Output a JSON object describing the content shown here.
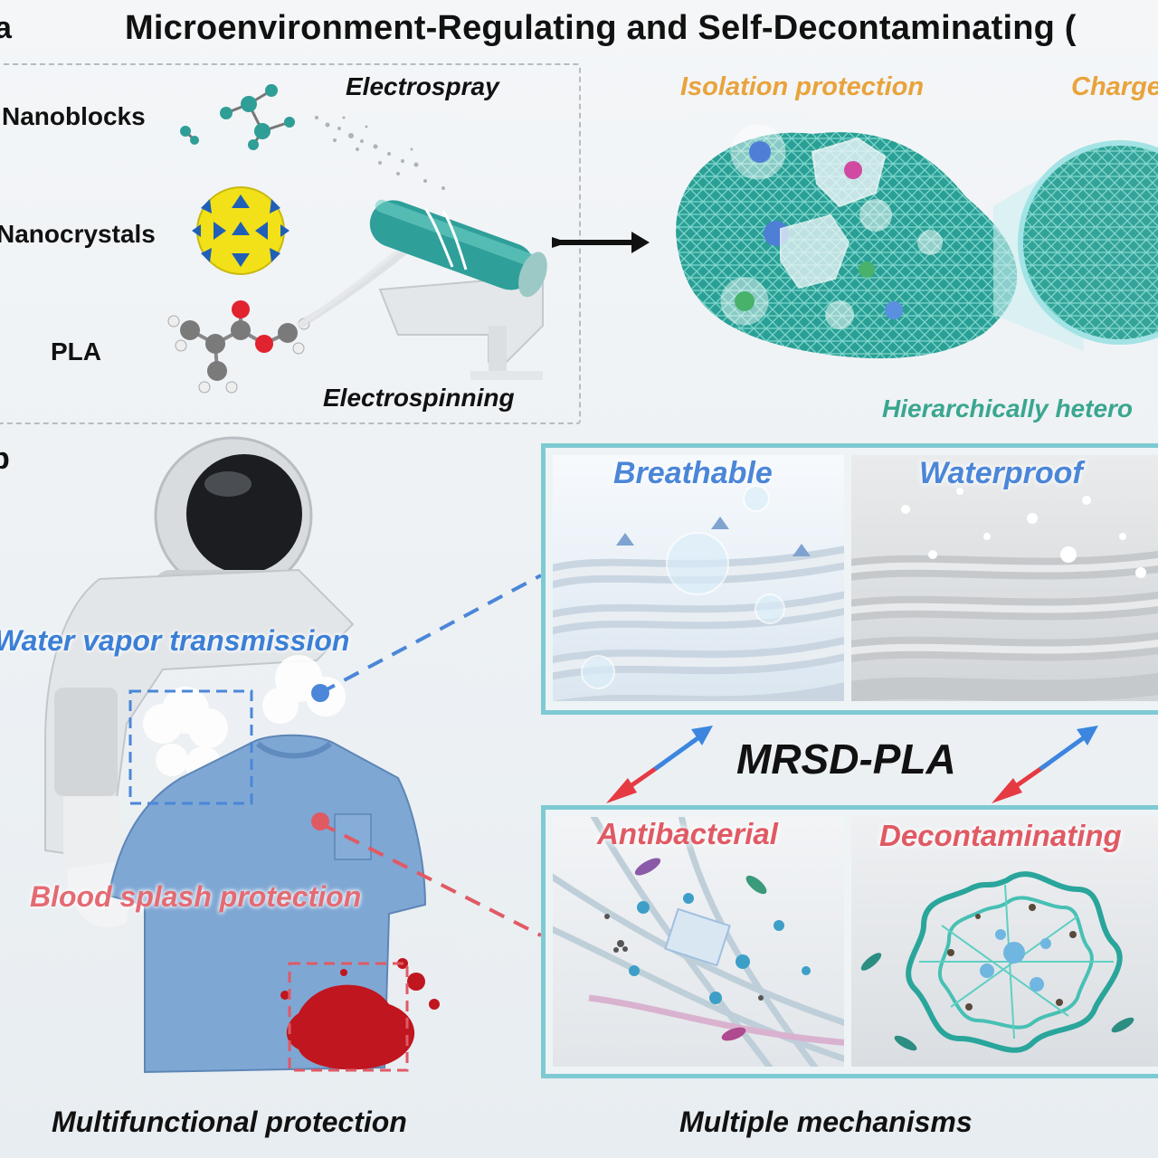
{
  "title": "Microenvironment-Regulating and Self-Decontaminating (",
  "panel_a": {
    "letter": "a",
    "materials": [
      "Nanoblocks",
      "Nanocrystals",
      "PLA"
    ],
    "process_top": "Electrospray",
    "process_bottom": "Electrospinning",
    "features": [
      "Isolation protection",
      "Charge"
    ],
    "structure_label": "Hierarchically hetero"
  },
  "panel_b": {
    "letter": "b",
    "top_cells": [
      "Breathable",
      "Waterproof"
    ],
    "bottom_cells": [
      "Antibacterial",
      "Decontaminating"
    ],
    "center_label": "MRSD-PLA",
    "side_labels": {
      "vapor": "Water vapor transmission",
      "blood": "Blood splash protection"
    },
    "bottom_left": "Multifunctional protection",
    "bottom_right": "Multiple mechanisms"
  },
  "colors": {
    "blue_accent": "#4b86d8",
    "red_accent": "#e05a64",
    "orange_accent": "#e9a33b",
    "green_accent": "#3aa68f",
    "frame_teal": "#7ecad3",
    "fiber_teal": "#2aa59b"
  }
}
